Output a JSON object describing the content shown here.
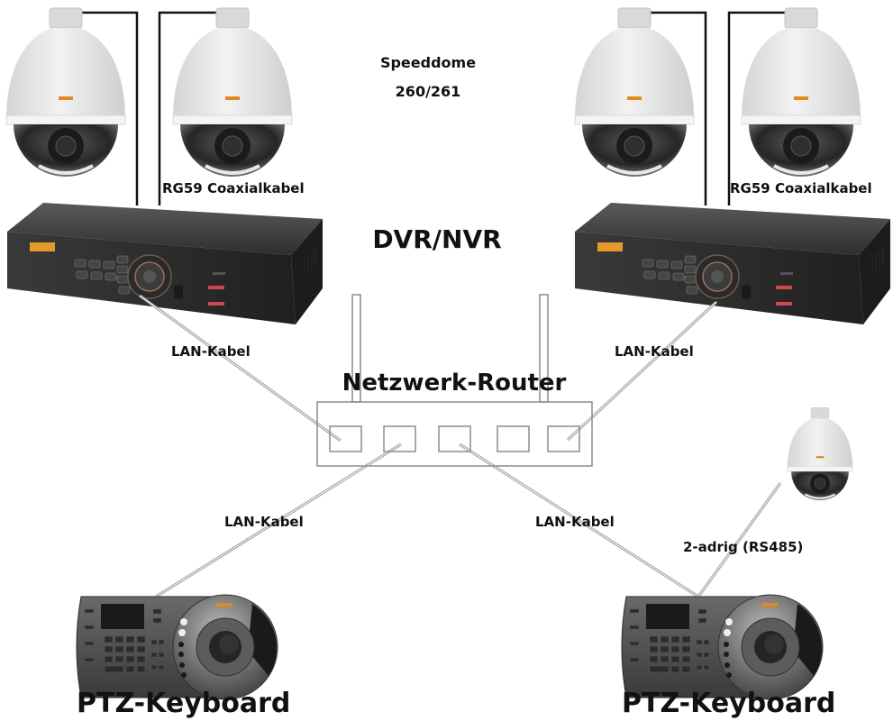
{
  "labels": {
    "speeddome_title": "Speeddome",
    "speeddome_model": "260/261",
    "coax_left": "RG59 Coaxialkabel",
    "coax_right": "RG59 Coaxialkabel",
    "dvr_nvr": "DVR/NVR",
    "router": "Netzwerk-Router",
    "lan_dvr_left": "LAN-Kabel",
    "lan_dvr_right": "LAN-Kabel",
    "lan_kb_left": "LAN-Kabel",
    "lan_kb_right": "LAN-Kabel",
    "rs485": "2-adrig (RS485)",
    "keyboard_left": "PTZ-Keyboard",
    "keyboard_right": "PTZ-Keyboard"
  },
  "devices": {
    "cameras": [
      "speeddome-camera",
      "speeddome-camera",
      "speeddome-camera",
      "speeddome-camera",
      "speeddome-camera"
    ],
    "recorders": [
      "dvr-nvr",
      "dvr-nvr"
    ],
    "router_ports": 5,
    "keyboards": [
      "ptz-keyboard",
      "ptz-keyboard"
    ]
  },
  "colors": {
    "camera_body": "#e6e6e6",
    "camera_dome": "#2a2a2a",
    "brand_accent": "#e08a1e",
    "recorder_body": "#2b2b2b",
    "led_red": "#d0484f",
    "lan_cable": "#9a9a9a",
    "coax_cable": "#111111",
    "router_outline": "#8c8c8c"
  }
}
